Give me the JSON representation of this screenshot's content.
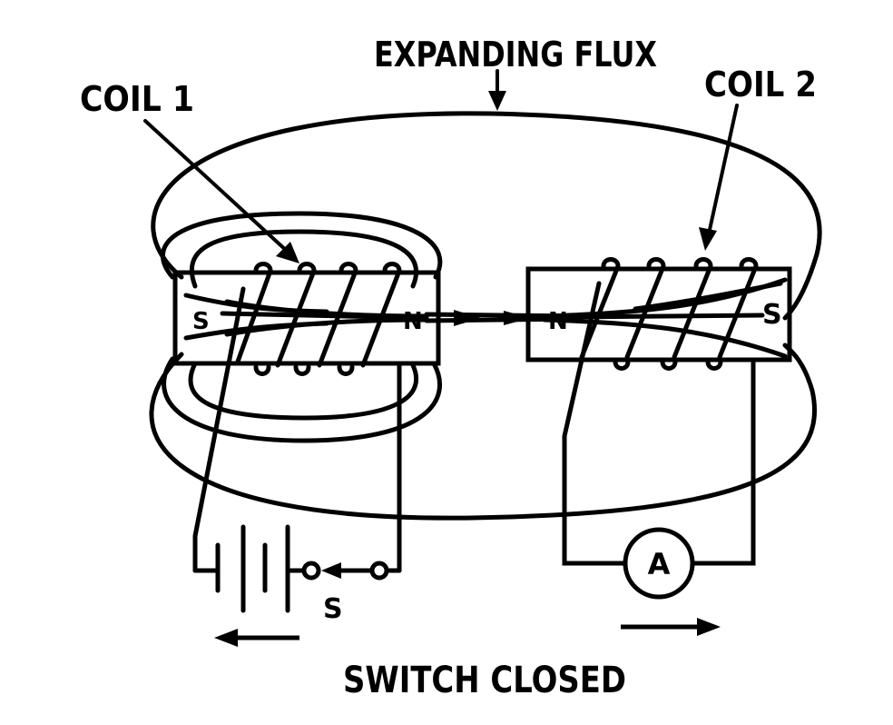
{
  "labels": {
    "expanding_flux": "EXPANDING FLUX",
    "coil1": "COIL 1",
    "coil2": "COIL 2",
    "pole_coil1_left": "S",
    "pole_coil1_right": "N",
    "pole_coil2_left": "N",
    "pole_coil2_right": "S",
    "switch": "S",
    "ammeter": "A",
    "caption": "SWITCH CLOSED"
  },
  "colors": {
    "ink": "#000000",
    "paper": "#ffffff"
  }
}
